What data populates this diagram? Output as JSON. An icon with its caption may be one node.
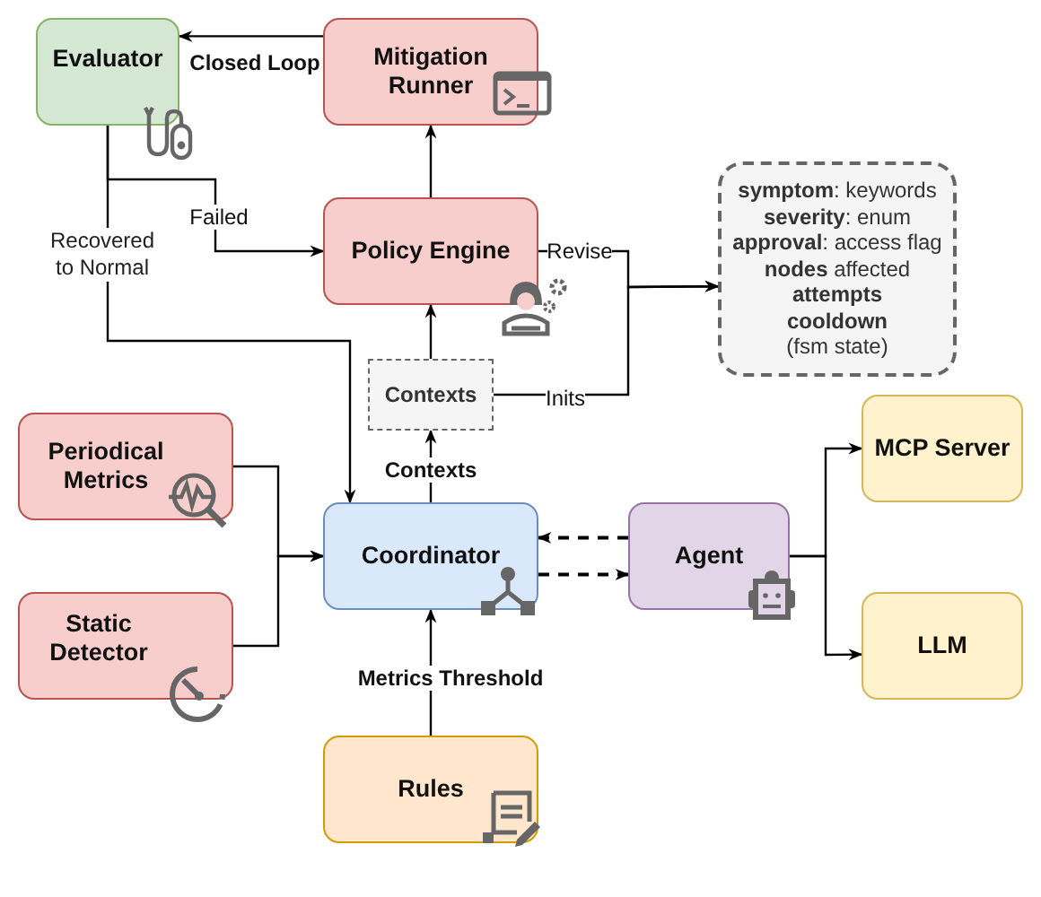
{
  "diagram": {
    "nodes": [
      {
        "text": [
          "Evaluator"
        ]
      },
      {
        "text": [
          "Mitigation Runner"
        ]
      },
      {
        "text": [
          "Policy Engine"
        ]
      },
      {
        "text": [
          "**symptom**: keywords",
          "**severity**: enum",
          "**approval**: access flag",
          "**nodes** affected",
          "**attempts**",
          "**cooldown**",
          "(fsm state)"
        ]
      },
      {
        "text": [
          "Contexts"
        ]
      },
      {
        "text": [
          "Periodical Metrics"
        ]
      },
      {
        "text": [
          "Static Detector"
        ]
      },
      {
        "text": [
          "Coordinator"
        ]
      },
      {
        "text": [
          "Agent"
        ]
      },
      {
        "text": [
          "MCP Server"
        ]
      },
      {
        "text": [
          "LLM"
        ]
      },
      {
        "text": [
          "Rules"
        ]
      }
    ],
    "edges": [
      {
        "from": 1,
        "to": 0,
        "arrow": "to",
        "label": "Closed Loop"
      },
      {
        "from": 2,
        "to": 1,
        "arrow": "to"
      },
      {
        "from": 0,
        "to": 2,
        "arrow": "to",
        "label": "Failed"
      },
      {
        "from": 0,
        "to": 7,
        "arrow": "to",
        "label": "Recovered to Normal"
      },
      {
        "from": 4,
        "to": 2,
        "arrow": "to"
      },
      {
        "from": 7,
        "to": 4,
        "arrow": "to",
        "label": "Contexts"
      },
      {
        "from": 2,
        "to": 3,
        "arrow": "to",
        "label": "Revise"
      },
      {
        "from": 4,
        "to": 3,
        "arrow": "to",
        "label": "Inits"
      },
      {
        "from": 5,
        "to": 7,
        "arrow": "to"
      },
      {
        "from": 6,
        "to": 7,
        "arrow": "to"
      },
      {
        "from": 8,
        "to": 7,
        "arrow": "to",
        "style": "dashed"
      },
      {
        "from": 7,
        "to": 8,
        "arrow": "to",
        "style": "dashed"
      },
      {
        "from": 8,
        "to": 9,
        "arrow": "to"
      },
      {
        "from": 8,
        "to": 10,
        "arrow": "to"
      },
      {
        "from": 11,
        "to": 7,
        "arrow": "to",
        "label": "Metrics Threshold"
      }
    ]
  }
}
